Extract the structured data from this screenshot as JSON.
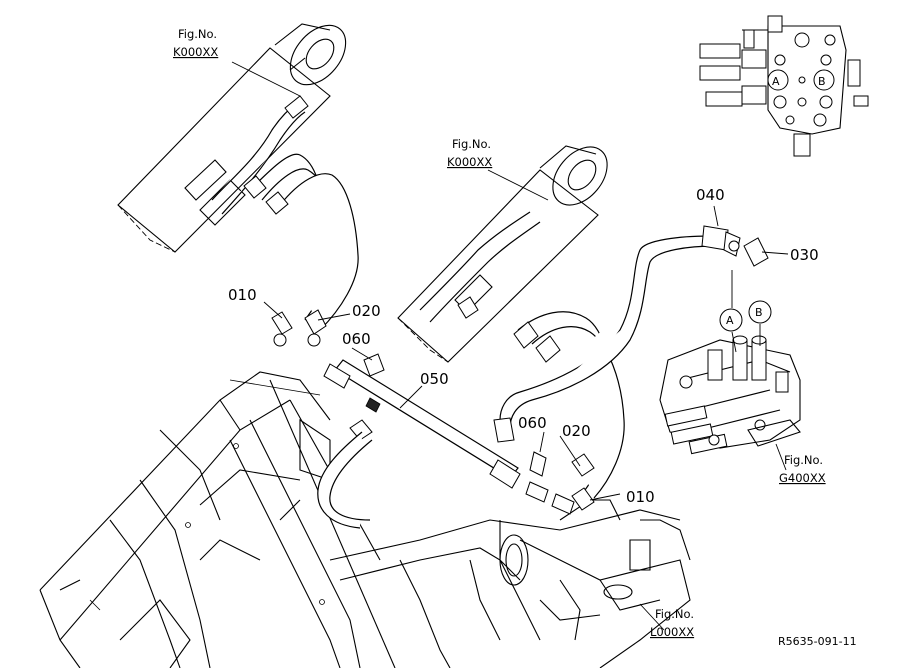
{
  "parts": {
    "p010_upper": "010",
    "p020_upper": "020",
    "p060_upper": "060",
    "p050": "050",
    "p060_lower": "060",
    "p020_lower": "020",
    "p010_lower": "010",
    "p040": "040",
    "p030": "030"
  },
  "ports": {
    "a": "A",
    "b": "B",
    "inset_a": "A",
    "inset_b": "B"
  },
  "figure_refs": {
    "cyl_left": {
      "label": "Fig.No.",
      "code": "K000XX"
    },
    "cyl_right": {
      "label": "Fig.No.",
      "code": "K000XX"
    },
    "valve": {
      "label": "Fig.No.",
      "code": "G400XX"
    },
    "frame": {
      "label": "Fig.No.",
      "code": "L000XX"
    }
  },
  "drawing_id": "R5635-091-11"
}
